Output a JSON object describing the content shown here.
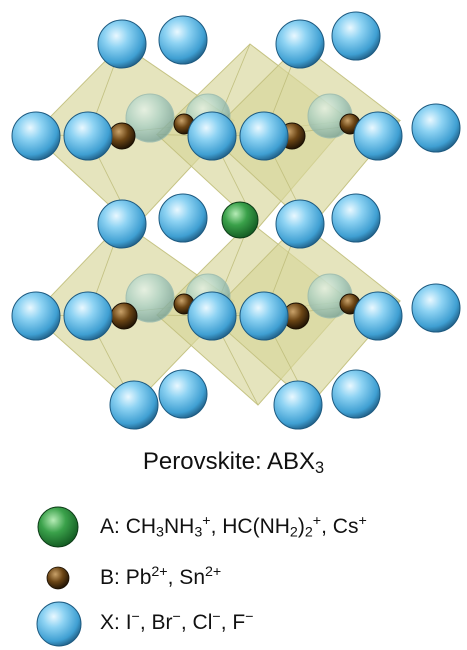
{
  "figure": {
    "title": {
      "pre": "Perovskite: ABX",
      "sub": "3"
    },
    "colors": {
      "a_site": "#2f8f3f",
      "b_site": "#5a3a12",
      "x_site": "#5cb8e6",
      "octahedron": "#d8d79a"
    },
    "legend": {
      "a": {
        "icon": "green-sphere-icon",
        "label": "A:",
        "ions": [
          {
            "t": "CH"
          },
          {
            "sub": "3"
          },
          {
            "t": "NH"
          },
          {
            "sub": "3"
          },
          {
            "sup": "+"
          },
          {
            "t": ", HC(NH"
          },
          {
            "sub": "2"
          },
          {
            "t": ")"
          },
          {
            "sub": "2"
          },
          {
            "sup": "+"
          },
          {
            "t": ", Cs"
          },
          {
            "sup": "+"
          }
        ]
      },
      "b": {
        "icon": "brown-sphere-icon",
        "label": "B:",
        "ions": [
          {
            "t": "Pb"
          },
          {
            "sup": "2+"
          },
          {
            "t": ", Sn"
          },
          {
            "sup": "2+"
          }
        ]
      },
      "x": {
        "icon": "blue-sphere-icon",
        "label": "X:",
        "ions": [
          {
            "t": "I"
          },
          {
            "sup": "−"
          },
          {
            "t": ", Br"
          },
          {
            "sup": "−"
          },
          {
            "t": ", Cl"
          },
          {
            "sup": "−"
          },
          {
            "t": ", F"
          },
          {
            "sup": "−"
          }
        ]
      }
    }
  }
}
